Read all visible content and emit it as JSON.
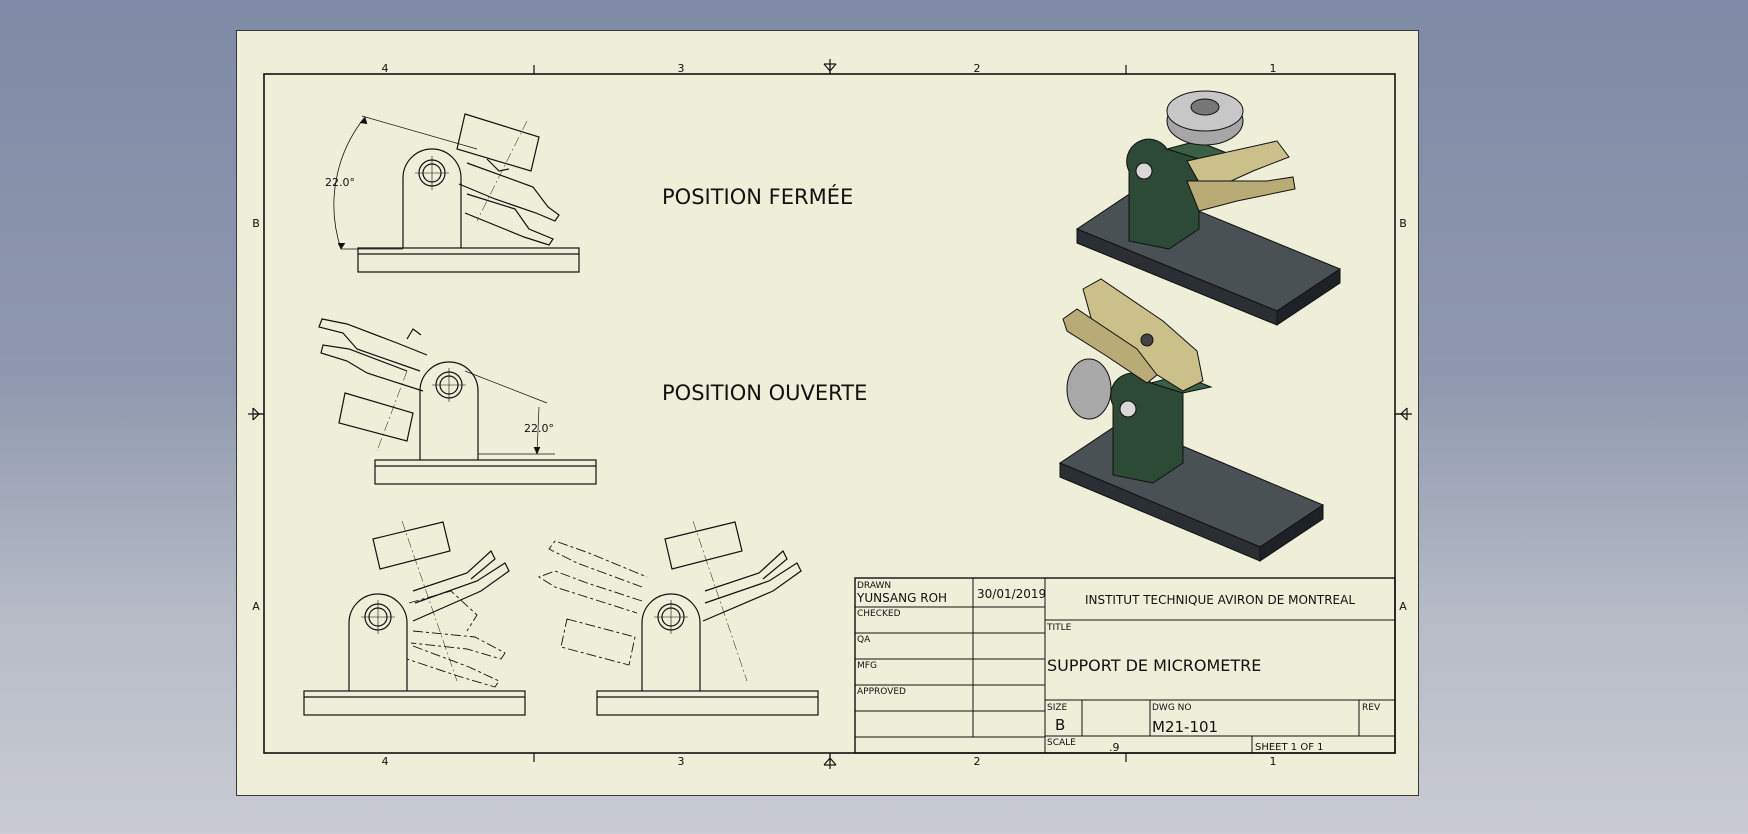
{
  "colors": {
    "paper": "#eeeed9",
    "ink": "#111111",
    "part_green": "#2c4a35",
    "base_dark": "#3d4347",
    "jaw_tan": "#cbbf8a",
    "knob_gray": "#a6a6a6"
  },
  "zones": {
    "top": [
      "4",
      "3",
      "2",
      "1"
    ],
    "bottom": [
      "4",
      "3",
      "2",
      "1"
    ],
    "left": [
      "B",
      "A"
    ],
    "right": [
      "B",
      "A"
    ]
  },
  "views": {
    "closed_label": "POSITION FERMÉE",
    "open_label": "POSITION OUVERTE",
    "closed_angle": "22.0°",
    "open_angle": "22.0°"
  },
  "title_block": {
    "drawn_label": "DRAWN",
    "drawn_by": "YUNSANG ROH",
    "drawn_date": "30/01/2019",
    "checked_label": "CHECKED",
    "qa_label": "QA",
    "mfg_label": "MFG",
    "approved_label": "APPROVED",
    "company": "INSTITUT TECHNIQUE AVIRON DE MONTREAL",
    "title_label": "TITLE",
    "title": "SUPPORT DE MICROMETRE",
    "size_label": "SIZE",
    "size": "B",
    "dwg_no_label": "DWG NO",
    "dwg_no": "M21-101",
    "rev_label": "REV",
    "scale_label": "SCALE",
    "scale": ".9",
    "sheet": "SHEET 1  OF 1"
  }
}
